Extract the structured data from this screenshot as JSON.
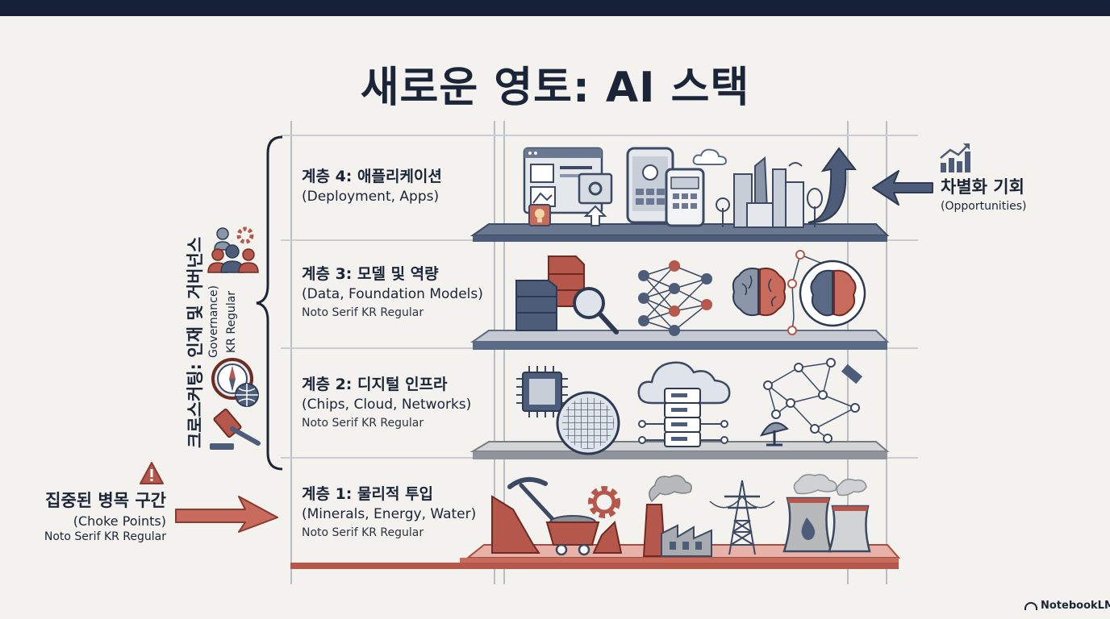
{
  "title": "새로운 영토: AI 스택",
  "layers": [
    {
      "title": "계층 4: 애플리케이션",
      "sub": "(Deployment, Apps)"
    },
    {
      "title": "계층 3: 모델 및 역량",
      "sub": "(Data, Foundation Models)",
      "font": "Noto Serif KR Regular"
    },
    {
      "title": "계층 2: 디지털 인프라",
      "sub": "(Chips, Cloud, Networks)",
      "font": "Noto Serif KR Regular"
    },
    {
      "title": "계층 1: 물리적 투입",
      "sub": "(Minerals, Energy, Water)",
      "font": "Noto Serif KR Regular"
    }
  ],
  "cross_cutting": {
    "title": "크로스커팅: 인재 및 거버넌스",
    "sub": "Governance)",
    "font": "KR Regular"
  },
  "opportunity": {
    "title": "차별화 기회",
    "sub": "(Opportunities)"
  },
  "choke": {
    "title": "집중된 병목 구간",
    "sub": "(Choke Points)",
    "font": "Noto Serif KR Regular"
  },
  "logo": "NotebookLM",
  "colors": {
    "navy": "#142038",
    "slate": "#4d5c78",
    "rust": "#b5574a",
    "gray": "#8f949c"
  }
}
